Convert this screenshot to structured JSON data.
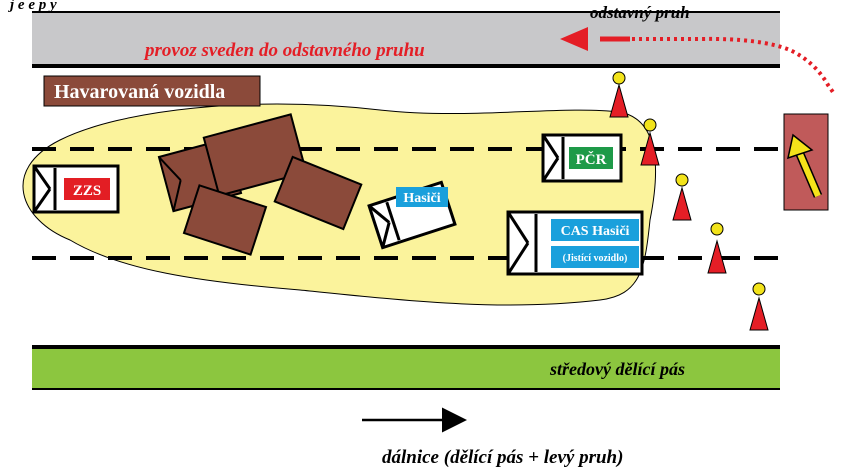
{
  "labels": {
    "top_cut": "j  e   e      p               y",
    "shoulder_lane": "odstavný pruh",
    "detour": "provoz sveden do odstavného pruhu",
    "crashed_vehicles": "Havarovaná vozidla",
    "zzs": "ZZS",
    "pcr": "PČR",
    "hasici": "Hasiči",
    "cas_hasici": "CAS Hasiči",
    "securing_vehicle": "(Jistící vozidlo)",
    "median": "středový dělící pás",
    "direction": "dálnice (dělící pás + levý pruh)"
  },
  "colors": {
    "shoulder_gray": "#c8c8ca",
    "incident_zone": "#fbf39c",
    "crashed_brown": "#8b4a3a",
    "median_green": "#8cc63f",
    "detour_red": "#e41e26",
    "zzs_red": "#e31e24",
    "pcr_green": "#1e9a48",
    "hasici_blue": "#1aa0dc",
    "cone_red": "#e41e26",
    "cone_ball": "#f2e31a",
    "warning_box": "#c05a5a",
    "warning_arrow": "#f5e31a"
  }
}
